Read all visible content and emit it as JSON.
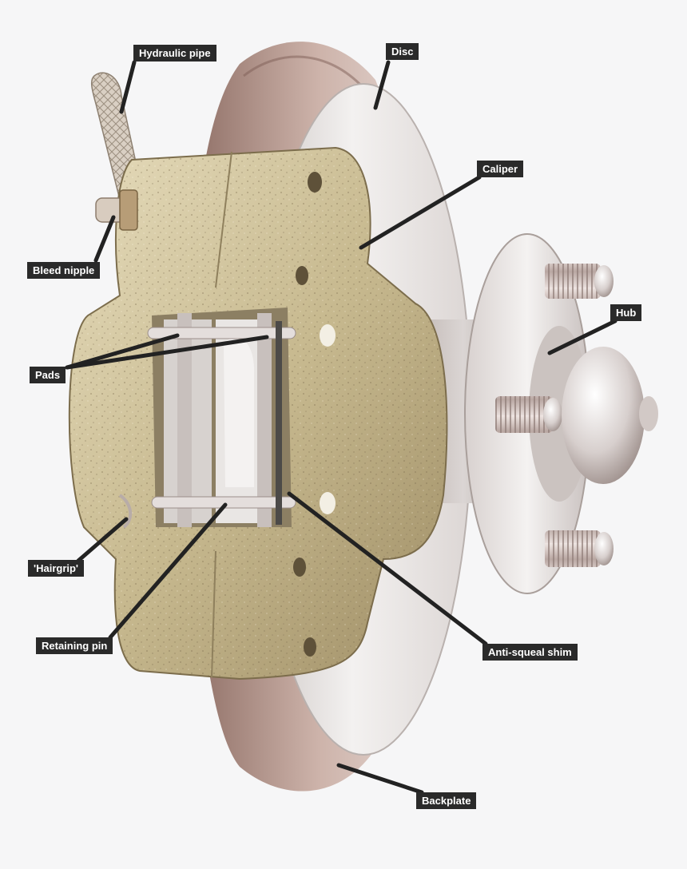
{
  "labels": {
    "hydraulic_pipe": "Hydraulic pipe",
    "disc": "Disc",
    "caliper": "Caliper",
    "bleed_nipple": "Bleed nipple",
    "hub": "Hub",
    "pads": "Pads",
    "hairgrip": "'Hairgrip'",
    "retaining_pin": "Retaining pin",
    "anti_squeal_shim": "Anti-squeal shim",
    "backplate": "Backplate"
  },
  "colors": {
    "background": "#f6f6f7",
    "label_bg": "#2a2a2a",
    "label_text": "#ffffff",
    "leader_line": "#222222",
    "caliper": "#cbbf9a",
    "disc": "#ebe8e7",
    "backplate": "#c9aea5"
  }
}
